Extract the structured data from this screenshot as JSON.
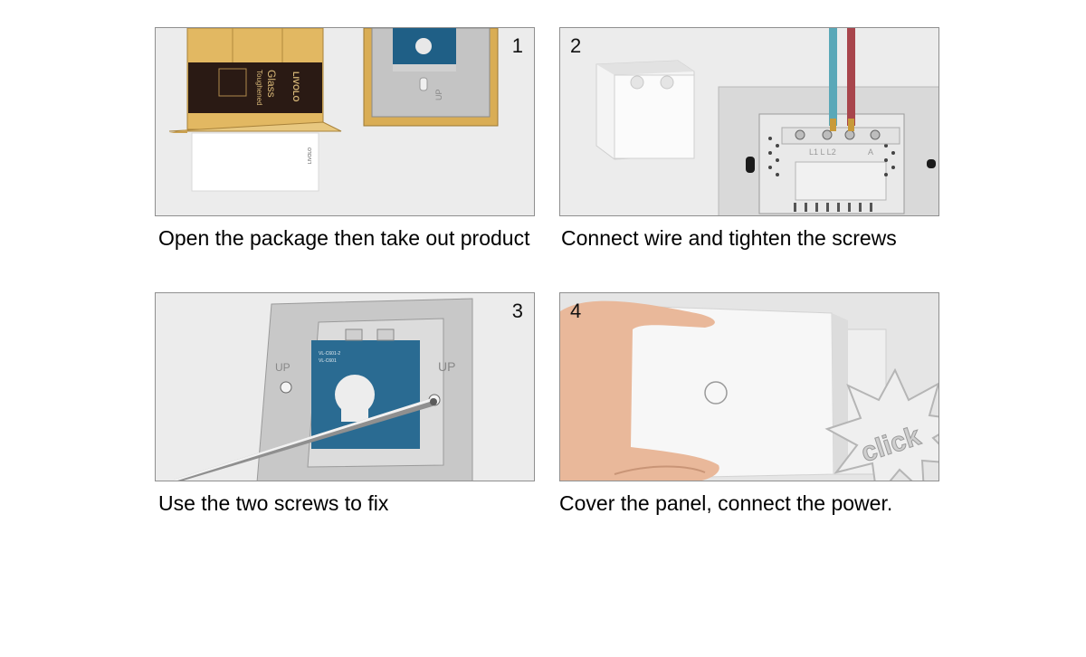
{
  "steps": [
    {
      "number": "1",
      "caption": "Open the package then take out product",
      "box_text": {
        "brand": "LIVOLO",
        "product": "Glass",
        "subtitle": "Toughened",
        "sticker": "LIVOLO"
      },
      "board_label": "UP"
    },
    {
      "number": "2",
      "caption": "Connect wire and tighten the screws",
      "terminals": "L1  L  L2",
      "terminal_label": "A"
    },
    {
      "number": "3",
      "caption": "Use the two screws to fix",
      "up_label": "UP",
      "board_text": [
        "VL-C601-2",
        "VL-C601"
      ]
    },
    {
      "number": "4",
      "caption": "Cover the panel, connect the power.",
      "sound": "click"
    }
  ]
}
